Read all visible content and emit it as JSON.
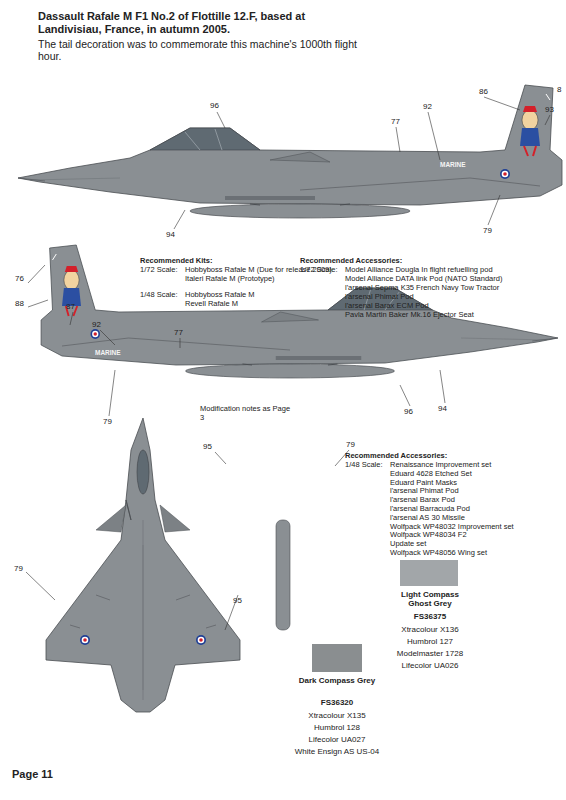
{
  "diagram": {
    "title": "Dassault Rafale M F1 No.2 of Flottille 12.F, based at Landivisiau, France, in autumn 2005.",
    "labels": [
      "The tail decoration was to commemorate this machine's 1000th flight hour.",
      "96",
      "94",
      "77",
      "92",
      "86",
      "8",
      "93",
      "79",
      "MARINE",
      "Recommended Kits:",
      "1/72 Scale:",
      "Hobbyboss Rafale M (Due for release 2009)",
      "Italeri Rafale M (Prototype)",
      "1/48 Scale:",
      "Hobbyboss Rafale M",
      "Revell Rafale M",
      "Recommended Accessories:",
      "1/72 Scale:",
      "Model Alliance Dougla In flight refuelling pod",
      "Model Alliance DATA link Pod (NATO Standard)",
      "l'arsenal Sepma K35 French Navy Tow Tractor",
      "l'arsenal Phimat Pod",
      "l'arsenal Barax ECM Pod",
      "Pavla Martin Baker Mk.16 Ejector Seat",
      "76",
      "88",
      "87",
      "92",
      "77",
      "79",
      "96",
      "94",
      "MARINE",
      "Modification notes as Page 3",
      "95",
      "79",
      "79",
      "95",
      "Recommended Accessories:",
      "1/48 Scale:",
      "Renaissance Improvement set",
      "Eduard 4628 Etched Set",
      "Eduard Paint Masks",
      "l'arsenal Phimat Pod",
      "l'arsenal Barax Pod",
      "l'arsenal Barracuda Pod",
      "l'arsenal AS 30 Missile",
      "Wolfpack WP48032 Improvement set",
      "Wolfpack WP48034 F2",
      "Update set",
      "Wolfpack WP48056 Wing set",
      "Light Compass Ghost Grey",
      "FS36375",
      "Xtracolour X136",
      "Humbrol 127",
      "Modelmaster 1728",
      "Lifecolor UA026",
      "Dark Compass Grey",
      "FS36320",
      "Xtracolour X135",
      "Humbrol 128",
      "Lifecolor UA027",
      "White Ensign AS US-04",
      "Page 11"
    ]
  }
}
